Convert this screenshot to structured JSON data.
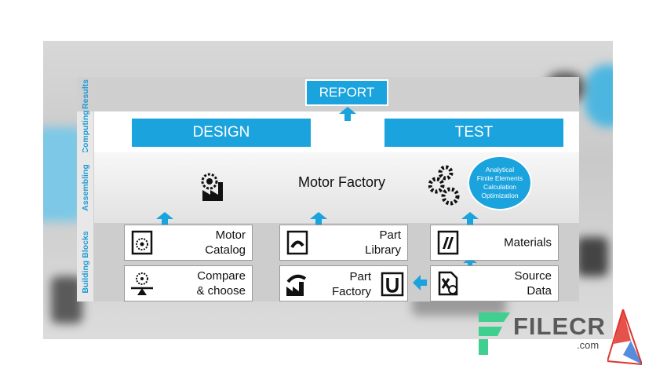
{
  "side_labels": {
    "results": "Results",
    "computing": "Computing",
    "assembling": "Assembling",
    "blocks": "Building Blocks"
  },
  "top": {
    "report": "REPORT",
    "design": "DESIGN",
    "test": "TEST"
  },
  "factory": {
    "label": "Motor Factory",
    "circle_lines": [
      "Analytical",
      "Finite Elements",
      "Calculation",
      "Optimization"
    ]
  },
  "blocks": {
    "motor_catalog": [
      "Motor",
      "Catalog"
    ],
    "compare": [
      "Compare",
      "& choose"
    ],
    "part_library": [
      "Part",
      "Library"
    ],
    "part_factory": [
      "Part",
      "Factory"
    ],
    "materials": "Materials",
    "source_data": [
      "Source",
      "Data"
    ]
  },
  "watermark": {
    "brand": "FILECR",
    "suffix": ".com"
  },
  "colors": {
    "accent": "#1aa3dd",
    "band": "#cdcdcd",
    "text": "#111111"
  },
  "icons": [
    "factory-gear-icon",
    "gears-icon",
    "motor-book-icon",
    "scale-icon",
    "part-book-icon",
    "part-factory-icon",
    "magnet-icon",
    "materials-book-icon",
    "excel-file-icon"
  ]
}
